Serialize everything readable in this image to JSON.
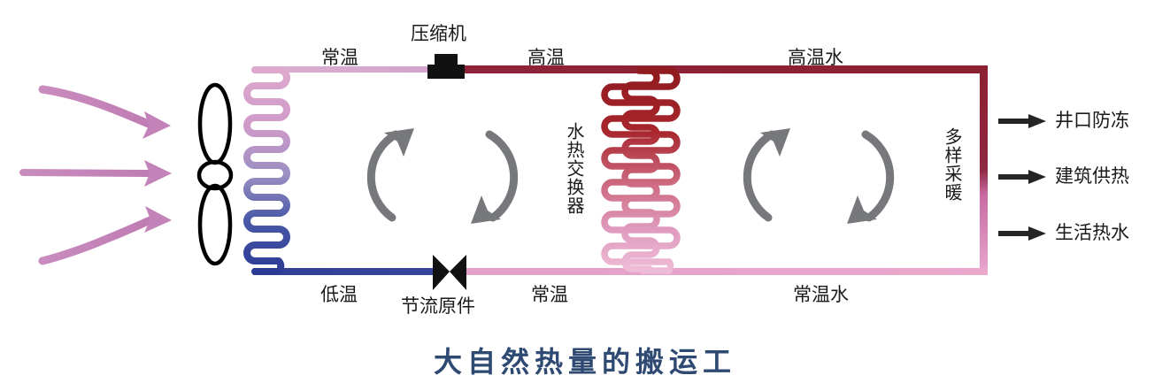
{
  "title": {
    "text": "大自然热量的搬运工",
    "color": "#2f4a72"
  },
  "labels": {
    "compressor": "压缩机",
    "throttle": "节流原件",
    "top_left_temp": "常温",
    "top_mid_temp": "高温",
    "top_right_temp": "高温水",
    "bottom_left_temp": "低温",
    "bottom_mid_temp": "常温",
    "bottom_right_temp": "常温水",
    "heat_exchanger": "水热交换器",
    "diverse_heating": "多样采暖"
  },
  "outputs": [
    {
      "label": "井口防冻"
    },
    {
      "label": "建筑供热"
    },
    {
      "label": "生活热水"
    }
  ],
  "icons": {
    "fan": "fan-icon",
    "compressor_symbol": "compressor-icon",
    "throttle_valve_symbol": "throttle-valve-icon",
    "airflow_arrow": "airflow-arrow-icon",
    "cycle_arrow": "circulation-arrow-icon",
    "output_arrow": "output-arrow-icon"
  },
  "colors": {
    "pipe_hot": "#8f2239",
    "pipe_warm": "#d9a8c8",
    "pipe_cold": "#2f3f96",
    "pipe_pink": "#e7a8cc",
    "coil_top": "#d9a0c6",
    "coil_bottom": "#2c3a94",
    "exchanger_top": "#9c1d20",
    "exchanger_bottom": "#e8b6d2",
    "airflow": "#c382b8",
    "cycle_arrow": "#6f7074",
    "text": "#1a1a1a",
    "title": "#2f4a72"
  }
}
